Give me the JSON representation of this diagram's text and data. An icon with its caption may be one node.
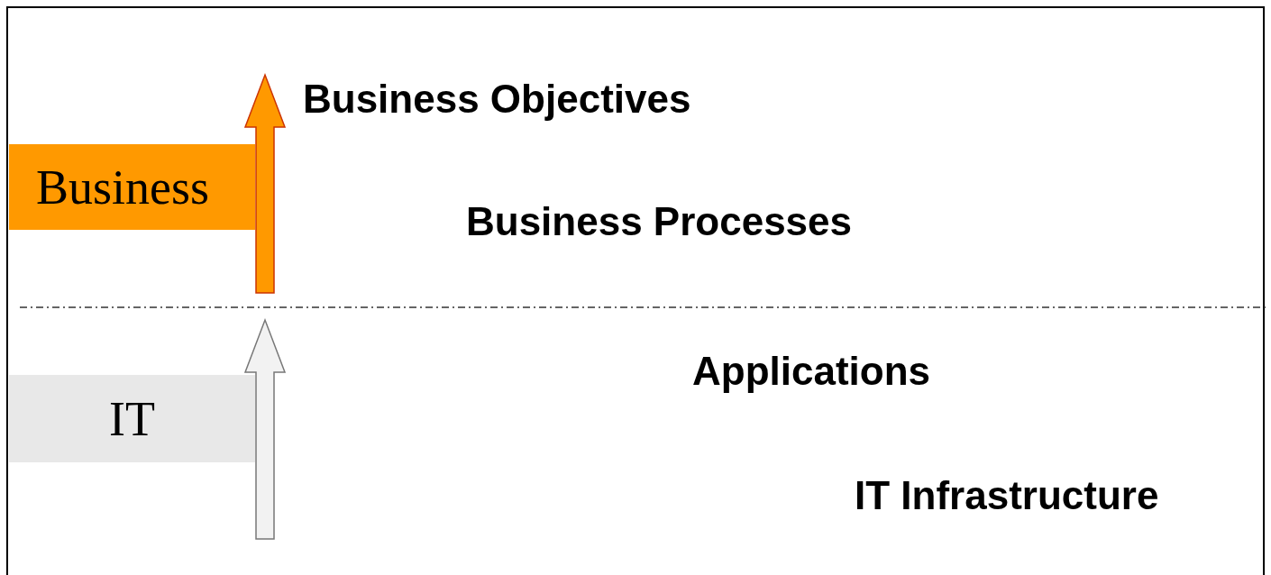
{
  "diagram": {
    "nodes": [
      {
        "text": [
          "Business"
        ]
      },
      {
        "text": [
          "IT"
        ]
      }
    ],
    "labels": [
      "Business Objectives",
      "Business Processes",
      "Applications",
      "IT Infrastructure"
    ]
  }
}
